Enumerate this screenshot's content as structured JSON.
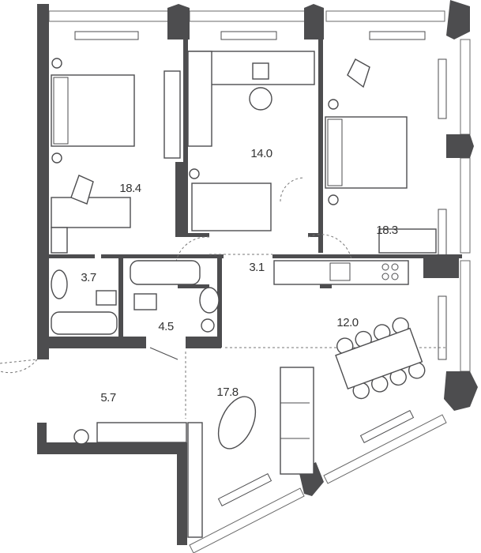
{
  "plan": {
    "wall_color": "#4d4d4f",
    "rooms": [
      {
        "id": "bedroom-left",
        "area": "18.4"
      },
      {
        "id": "bedroom-middle",
        "area": "14.0"
      },
      {
        "id": "bedroom-right",
        "area": "18.3"
      },
      {
        "id": "hall",
        "area": "3.1"
      },
      {
        "id": "bathroom-left",
        "area": "3.7"
      },
      {
        "id": "bathroom-middle",
        "area": "4.5"
      },
      {
        "id": "kitchen",
        "area": "12.0"
      },
      {
        "id": "entrance",
        "area": "5.7"
      },
      {
        "id": "living-room",
        "area": "17.8"
      }
    ]
  }
}
